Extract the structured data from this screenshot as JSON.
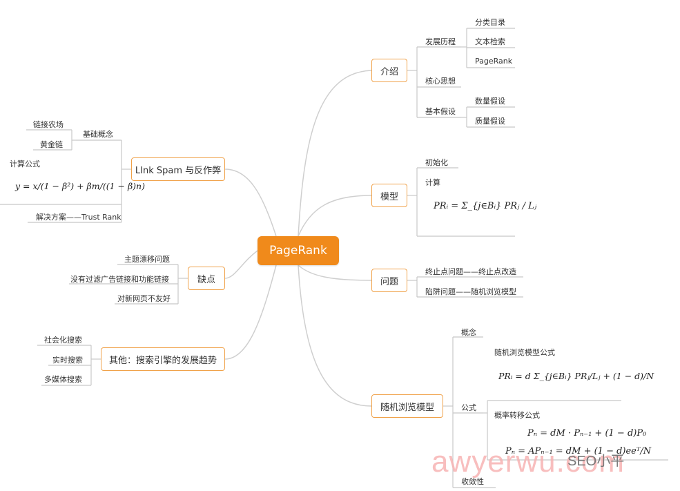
{
  "root": "PageRank",
  "intro": {
    "label": "介绍",
    "history": "发展历程",
    "history_items": [
      "分类目录",
      "文本检索",
      "PageRank"
    ],
    "core": "核心思想",
    "assume": "基本假设",
    "assume_items": [
      "数量假设",
      "质量假设"
    ]
  },
  "model": {
    "label": "模型",
    "init": "初始化",
    "calc": "计算",
    "formula": "PRᵢ = Σ_{j∈Bᵢ} PRⱼ / Lⱼ"
  },
  "problem": {
    "label": "问题",
    "items": [
      "终止点问题——终止点改造",
      "陷阱问题——随机浏览模型"
    ]
  },
  "random": {
    "label": "随机浏览模型",
    "concept": "概念",
    "formula_label": "公式",
    "formula_title": "随机浏览模型公式",
    "formula_main": "PRᵢ = d Σ_{j∈Bᵢ} PRⱼ/Lⱼ + (1 − d)/N",
    "transfer_title": "概率转移公式",
    "transfer_1": "Pₙ = dM · Pₙ₋₁ + (1 − d)P₀",
    "transfer_2": "Pₙ = APₙ₋₁ = dM + (1 − d)eeᵀ/N",
    "converge": "收敛性"
  },
  "spam": {
    "label": "LInk Spam 与反作弊",
    "basic": "基础概念",
    "basic_items": [
      "链接农场",
      "黄金链"
    ],
    "calc": "计算公式",
    "formula": "y = x/(1 − β²) + βm/((1 − β)n)",
    "solution": "解决方案——Trust Rank"
  },
  "defect": {
    "label": "缺点",
    "items": [
      "主题漂移问题",
      "没有过滤广告链接和功能链接",
      "对新网页不友好"
    ]
  },
  "other": {
    "label": "其他：搜索引擎的发展趋势",
    "items": [
      "社会化搜索",
      "实时搜索",
      "多媒体搜索"
    ]
  },
  "watermark": "awyerwu.com",
  "watermark2": "SEO小平"
}
